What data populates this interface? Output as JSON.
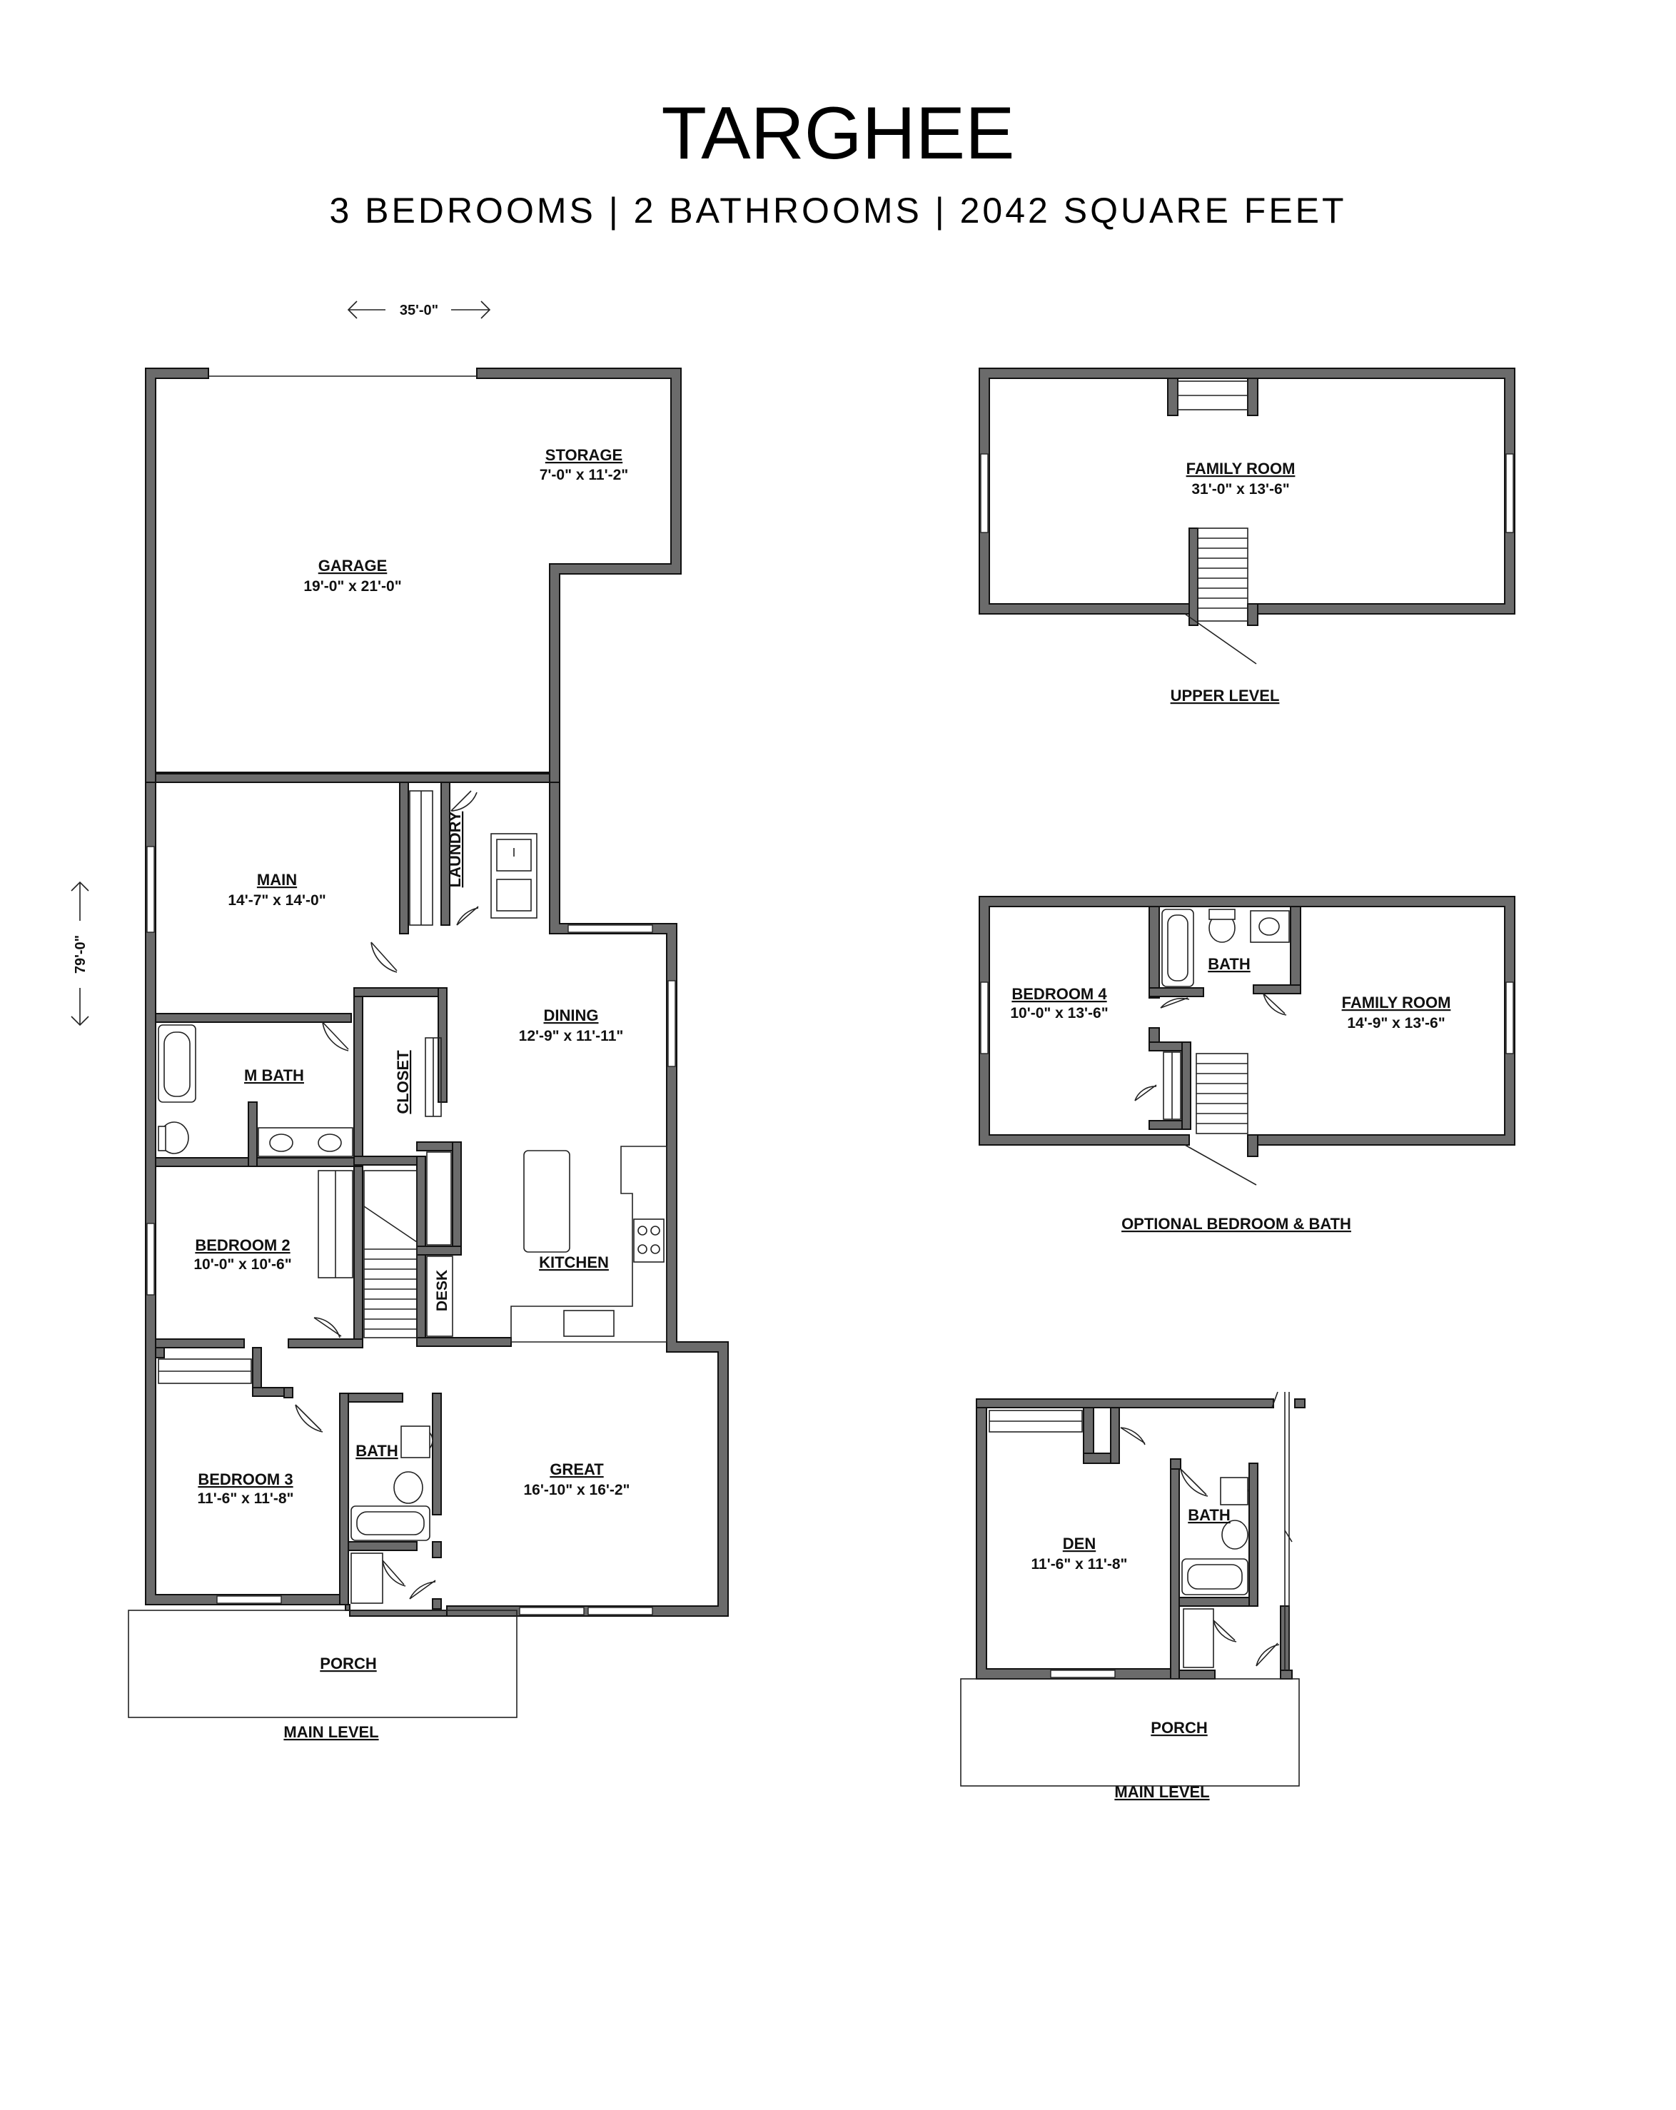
{
  "header": {
    "title": "TARGHEE",
    "subtitle": "3 BEDROOMS | 2 BATHROOMS | 2042 SQUARE FEET"
  },
  "dimensions": {
    "width": "35'-0\"",
    "depth": "79'-0\""
  },
  "main_plan": {
    "level_label": "MAIN LEVEL",
    "rooms": {
      "storage": {
        "name": "STORAGE",
        "size": "7'-0\" x 11'-2\""
      },
      "garage": {
        "name": "GARAGE",
        "size": "19'-0\" x 21'-0\""
      },
      "main": {
        "name": "MAIN",
        "size": "14'-7\" x 14'-0\""
      },
      "laundry": {
        "name": "LAUNDRY"
      },
      "dining": {
        "name": "DINING",
        "size": "12'-9\" x 11'-11\""
      },
      "m_bath": {
        "name": "M BATH"
      },
      "closet": {
        "name": "CLOSET"
      },
      "bedroom2": {
        "name": "BEDROOM 2",
        "size": "10'-0\" x 10'-6\""
      },
      "desk": {
        "name": "DESK"
      },
      "kitchen": {
        "name": "KITCHEN"
      },
      "bath": {
        "name": "BATH"
      },
      "bedroom3": {
        "name": "BEDROOM 3",
        "size": "11'-6\" x 11'-8\""
      },
      "great": {
        "name": "GREAT",
        "size": "16'-10\" x 16'-2\""
      },
      "porch": {
        "name": "PORCH"
      }
    }
  },
  "upper_plan": {
    "level_label": "UPPER LEVEL",
    "family_room": {
      "name": "FAMILY ROOM",
      "size": "31'-0\" x 13'-6\""
    }
  },
  "optional_plan": {
    "level_label": "OPTIONAL BEDROOM & BATH",
    "bedroom4": {
      "name": "BEDROOM 4",
      "size": "10'-0\" x 13'-6\""
    },
    "bath": {
      "name": "BATH"
    },
    "family_room": {
      "name": "FAMILY ROOM",
      "size": "14'-9\" x 13'-6\""
    }
  },
  "den_plan": {
    "level_label": "MAIN LEVEL",
    "bath": {
      "name": "BATH"
    },
    "den": {
      "name": "DEN",
      "size": "11'-6\" x 11'-8\""
    },
    "porch": {
      "name": "PORCH"
    }
  }
}
